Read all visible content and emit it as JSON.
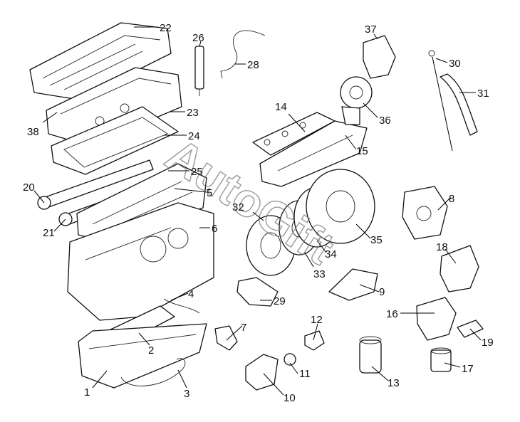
{
  "callouts": [
    {
      "label": "1"
    },
    {
      "label": "2"
    },
    {
      "label": "3"
    },
    {
      "label": "4"
    },
    {
      "label": "5"
    },
    {
      "label": "6"
    },
    {
      "label": "7"
    },
    {
      "label": "8"
    },
    {
      "label": "9"
    },
    {
      "label": "10"
    },
    {
      "label": "11"
    },
    {
      "label": "12"
    },
    {
      "label": "13"
    },
    {
      "label": "14"
    },
    {
      "label": "15"
    },
    {
      "label": "16"
    },
    {
      "label": "17"
    },
    {
      "label": "18"
    },
    {
      "label": "19"
    },
    {
      "label": "20"
    },
    {
      "label": "21"
    },
    {
      "label": "22"
    },
    {
      "label": "23"
    },
    {
      "label": "24"
    },
    {
      "label": "25"
    },
    {
      "label": "26"
    },
    {
      "label": "28"
    },
    {
      "label": "29"
    },
    {
      "label": "30"
    },
    {
      "label": "31"
    },
    {
      "label": "32"
    },
    {
      "label": "33"
    },
    {
      "label": "34"
    },
    {
      "label": "35"
    },
    {
      "label": "36"
    },
    {
      "label": "37"
    },
    {
      "label": "38"
    }
  ],
  "watermark": {
    "text": "AutoGift"
  }
}
